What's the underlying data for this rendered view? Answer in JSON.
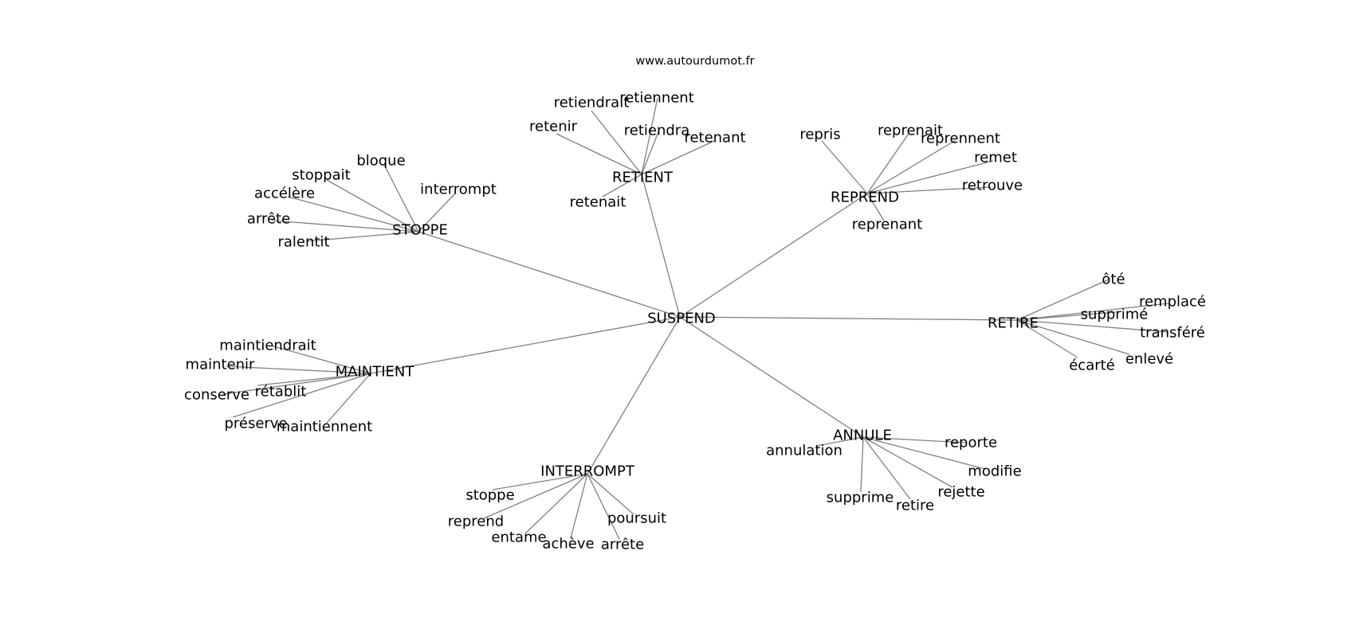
{
  "title": "www.autourdumot.fr",
  "center": "SUSPEND",
  "hubs": [
    {
      "label": "STOPPE",
      "words": [
        "stoppait",
        "bloque",
        "accélère",
        "interrompt",
        "arrête",
        "ralentit"
      ]
    },
    {
      "label": "RETIENT",
      "words": [
        "retiendrait",
        "retiennent",
        "retenir",
        "retiendra",
        "retenant",
        "retenait"
      ]
    },
    {
      "label": "REPREND",
      "words": [
        "repris",
        "reprenait",
        "reprennent",
        "remet",
        "retrouve",
        "reprenant"
      ]
    },
    {
      "label": "RETIRE",
      "words": [
        "ôté",
        "remplacé",
        "supprimé",
        "transféré",
        "enlevé",
        "écarté"
      ]
    },
    {
      "label": "MAINTIENT",
      "words": [
        "maintiendrait",
        "maintenir",
        "conserve",
        "rétablit",
        "préserve",
        "maintiennent"
      ]
    },
    {
      "label": "INTERROMPT",
      "words": [
        "stoppe",
        "reprend",
        "entame",
        "achève",
        "arrête",
        "poursuit"
      ]
    },
    {
      "label": "ANNULE",
      "words": [
        "annulation",
        "reporte",
        "modifie",
        "rejette",
        "retire",
        "supprime"
      ]
    }
  ],
  "colors": {
    "edge": "#808080",
    "text": "#000000"
  }
}
